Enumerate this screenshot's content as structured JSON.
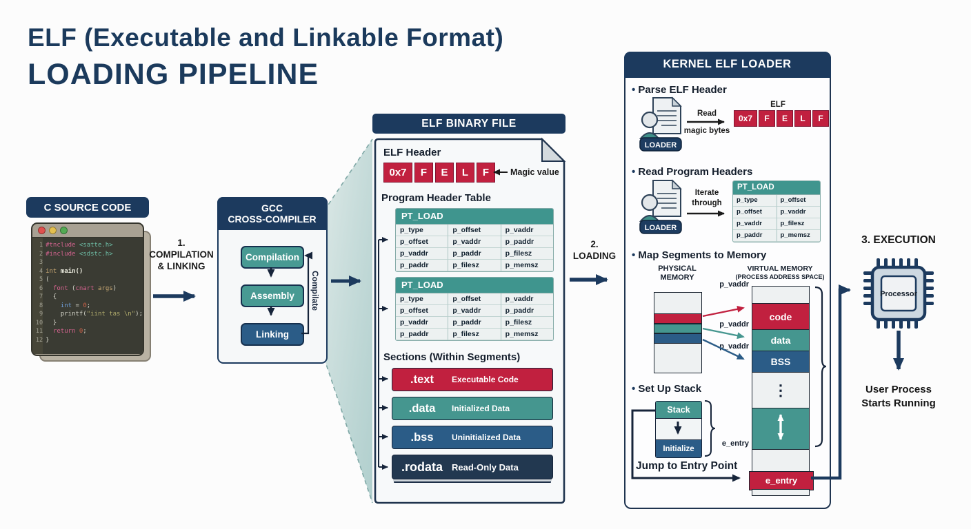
{
  "title": {
    "line1": "ELF (Executable and Linkable Format)",
    "line2": "LOADING PIPELINE"
  },
  "colors": {
    "navy": "#1c3a5e",
    "crimson": "#c1203f",
    "teal": "#45968f",
    "steel": "#2b5c87",
    "dark_navy": "#223850",
    "gray_block": "#eef1f2"
  },
  "source_code": {
    "badge": "C SOURCE CODE",
    "lines": [
      {
        "n": "1",
        "segs": [
          [
            "kw",
            "#tnclude"
          ],
          [
            "inc",
            " <satte.h>"
          ]
        ]
      },
      {
        "n": "2",
        "segs": [
          [
            "kw",
            "#include"
          ],
          [
            "inc",
            " <sdstc.h>"
          ]
        ]
      },
      {
        "n": "3",
        "segs": []
      },
      {
        "n": "4",
        "segs": [
          [
            "var",
            "int"
          ],
          [
            "fn",
            " main()"
          ]
        ]
      },
      {
        "n": "5",
        "segs": [
          [
            "plain",
            "("
          ]
        ]
      },
      {
        "n": "6",
        "segs": [
          [
            "plain",
            "  "
          ],
          [
            "kw",
            "font"
          ],
          [
            "plain",
            " ("
          ],
          [
            "kw",
            "cnart"
          ],
          [
            "plain",
            " "
          ],
          [
            "var",
            "args"
          ],
          [
            "plain",
            ")"
          ]
        ]
      },
      {
        "n": "7",
        "segs": [
          [
            "plain",
            "  {"
          ]
        ]
      },
      {
        "n": "8",
        "segs": [
          [
            "plain",
            "    "
          ],
          [
            "type",
            "int"
          ],
          [
            "plain",
            " = "
          ],
          [
            "num",
            "0"
          ],
          [
            "plain",
            ";"
          ]
        ]
      },
      {
        "n": "9",
        "segs": [
          [
            "plain",
            "    printf("
          ],
          [
            "str",
            "\"iint tas \\n\""
          ],
          [
            "plain",
            ");"
          ]
        ]
      },
      {
        "n": "10",
        "segs": [
          [
            "plain",
            "  }"
          ]
        ]
      },
      {
        "n": "11",
        "segs": [
          [
            "plain",
            "  "
          ],
          [
            "kw",
            "return"
          ],
          [
            "plain",
            " "
          ],
          [
            "num",
            "0"
          ],
          [
            "plain",
            ";"
          ]
        ]
      },
      {
        "n": "12",
        "segs": [
          [
            "plain",
            "}"
          ]
        ]
      }
    ]
  },
  "step1": {
    "number": "1.",
    "label_line1": "COMPILATION",
    "label_line2": "& LINKING"
  },
  "compiler": {
    "title_line1": "GCC",
    "title_line2": "CROSS-COMPILER",
    "stages": [
      {
        "label": "Compilation",
        "color": "teal"
      },
      {
        "label": "Assembly",
        "color": "teal"
      },
      {
        "label": "Linking",
        "color": "steel"
      }
    ],
    "loop_label": "Compilate"
  },
  "elf_file": {
    "badge": "ELF BINARY FILE",
    "header_title": "ELF Header",
    "magic_cells": [
      "0x7",
      "F",
      "E",
      "L",
      "F"
    ],
    "magic_note": "Magic value",
    "pht_title": "Program Header Table",
    "pt_load": {
      "header": "PT_LOAD",
      "rows": [
        [
          "p_type",
          "p_offset",
          "p_vaddr"
        ],
        [
          "p_offset",
          "p_vaddr",
          "p_paddr"
        ],
        [
          "p_vaddr",
          "p_paddr",
          "p_filesz"
        ],
        [
          "p_paddr",
          "p_filesz",
          "p_memsz"
        ]
      ]
    },
    "sections_title": "Sections (Within Segments)",
    "sections": [
      {
        "name": ".text",
        "desc": "Executable Code",
        "color": "#c1203f"
      },
      {
        "name": ".data",
        "desc": "Initialized Data",
        "color": "#45968f"
      },
      {
        "name": ".bss",
        "desc": "Uninitialized Data",
        "color": "#2b5c87"
      },
      {
        "name": ".rodata",
        "desc": "Read-Only Data",
        "color": "#223850"
      }
    ]
  },
  "step2": {
    "number": "2.",
    "label": "LOADING"
  },
  "loader": {
    "banner": "KERNEL ELF LOADER",
    "badge": "LOADER",
    "steps": {
      "parse": {
        "title": "Parse ELF Header",
        "arrow_label_line1": "Read",
        "arrow_label_line2": "magic bytes",
        "elf_caption": "ELF",
        "magic_cells": [
          "0x7",
          "F",
          "E",
          "L",
          "F"
        ]
      },
      "read": {
        "title": "Read Program Headers",
        "arrow_label_line1": "Iterate",
        "arrow_label_line2": "through",
        "table": {
          "header": "PT_LOAD",
          "rows": [
            [
              "p_type",
              "p_offset"
            ],
            [
              "p_offset",
              "p_vaddr"
            ],
            [
              "p_vaddr",
              "p_filesz"
            ],
            [
              "p_paddr",
              "p_memsz"
            ]
          ]
        }
      },
      "map": {
        "title": "Map Segments to Memory",
        "physical_label_line1": "PHYSICAL",
        "physical_label_line2": "MEMORY",
        "virtual_label_line1": "VIRTUAL MEMORY",
        "virtual_label_line2": "(PROCESS ADDRESS SPACE)",
        "vaddr_label": "p_vaddr",
        "entry_label": "e_entry",
        "virtual_blocks": [
          {
            "kind": "gray",
            "label": ""
          },
          {
            "kind": "red",
            "label": "code"
          },
          {
            "kind": "teal",
            "label": "data"
          },
          {
            "kind": "steel",
            "label": "BSS"
          },
          {
            "kind": "dots",
            "label": "⋮"
          },
          {
            "kind": "teal",
            "label": ""
          },
          {
            "kind": "gray",
            "label": ""
          },
          {
            "kind": "red",
            "label": "e_entry"
          },
          {
            "kind": "gray",
            "label": ""
          }
        ]
      },
      "stack": {
        "title": "Set Up Stack",
        "box_top": "Stack",
        "box_bottom": "Initialize"
      },
      "jump": {
        "title": "Jump to Entry Point"
      }
    }
  },
  "execution": {
    "title": "3. EXECUTION",
    "chip_label": "Processor",
    "result_line1": "User Process",
    "result_line2": "Starts Running"
  }
}
